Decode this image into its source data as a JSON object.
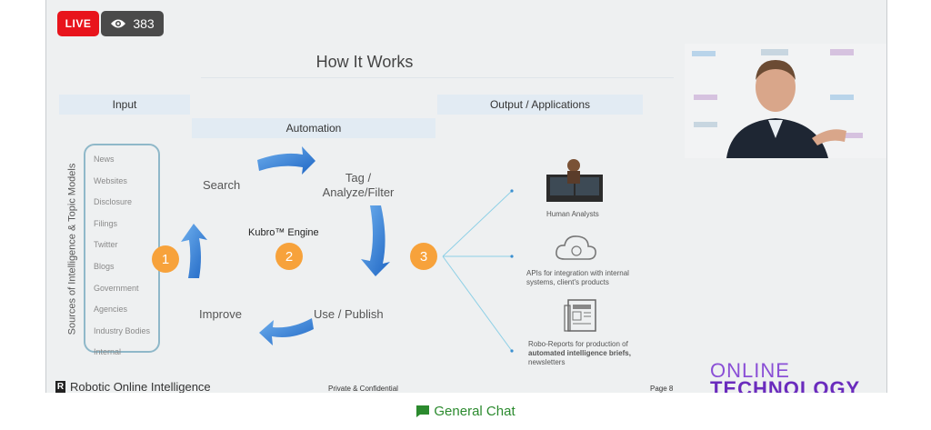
{
  "stream": {
    "live_label": "LIVE",
    "viewer_count": "383"
  },
  "slide": {
    "title": "How It Works",
    "input_label": "Input",
    "automation_label": "Automation",
    "output_label": "Output / Applications",
    "sources_label": "Sources of Intelligence & Topic Models",
    "sources": [
      "News",
      "Websites",
      "Disclosure",
      "Filings",
      "Twitter",
      "Blogs",
      "Government",
      "Agencies",
      "Industry Bodies",
      "Internal"
    ],
    "steps": {
      "one": "1",
      "two": "2",
      "three": "3"
    },
    "flow": {
      "search": "Search",
      "tag_line1": "Tag /",
      "tag_line2": "Analyze/Filter",
      "engine": "Kubro™ Engine",
      "improve": "Improve",
      "use_publish": "Use / Publish"
    },
    "outputs": {
      "analysts": "Human Analysts",
      "apis_line1": "APIs for integration with internal",
      "apis_line2": "systems, client's products",
      "robo_line1": "Robo-Reports for production of",
      "robo_line2": "automated intelligence briefs,",
      "robo_line3": "newsletters"
    },
    "footer": {
      "logo_letter": "R",
      "company": "Robotic Online Intelligence",
      "confidential": "Private & Confidential",
      "page": "Page 8"
    }
  },
  "event_logo": {
    "line1": "ONLINE",
    "line2": "TECHNOLOGY"
  },
  "chat": {
    "tab_label": "General Chat"
  },
  "colors": {
    "live_red": "#e8141c",
    "accent_blue": "#2f7bd3",
    "step_orange": "#f7a23b",
    "chat_green": "#2b8a2e"
  }
}
